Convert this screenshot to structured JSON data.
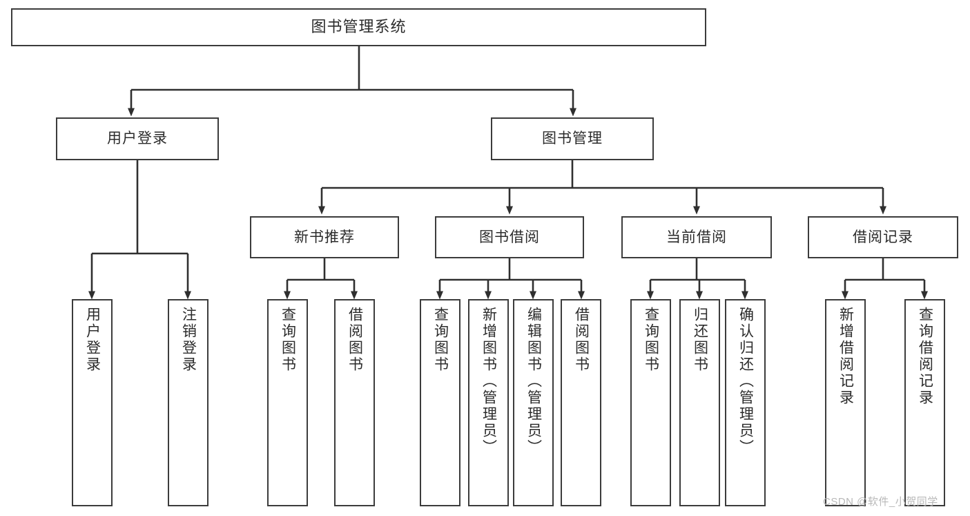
{
  "diagram": {
    "type": "tree",
    "title": "图书管理系统",
    "orientation": "top-down",
    "colors": {
      "box_border": "#3b3b3b",
      "box_fill": "#ffffff",
      "connector": "#2f2f2f",
      "text": "#2b2b2b",
      "watermark": "#b8b8b8"
    },
    "root": {
      "label": "图书管理系统",
      "level": 0
    },
    "level1": [
      {
        "id": "user-login",
        "label": "用户登录"
      },
      {
        "id": "book-manage",
        "label": "图书管理"
      }
    ],
    "level2": [
      {
        "id": "new-book-recommend",
        "label": "新书推荐",
        "parent": "book-manage"
      },
      {
        "id": "book-borrow",
        "label": "图书借阅",
        "parent": "book-manage"
      },
      {
        "id": "current-borrow",
        "label": "当前借阅",
        "parent": "book-manage"
      },
      {
        "id": "borrow-record",
        "label": "借阅记录",
        "parent": "book-manage"
      }
    ],
    "leaves": {
      "user_login": [
        {
          "id": "leaf-user-login",
          "label": "用户登录"
        },
        {
          "id": "leaf-logout",
          "label": "注销登录"
        }
      ],
      "new_book_recommend": [
        {
          "id": "leaf-query-book-1",
          "label": "查询图书"
        },
        {
          "id": "leaf-borrow-book-1",
          "label": "借阅图书"
        }
      ],
      "book_borrow": [
        {
          "id": "leaf-query-book-2",
          "label": "查询图书"
        },
        {
          "id": "leaf-add-book",
          "label": "新增图书（管理员）"
        },
        {
          "id": "leaf-edit-book",
          "label": "编辑图书（管理员）"
        },
        {
          "id": "leaf-borrow-book-2",
          "label": "借阅图书"
        }
      ],
      "current_borrow": [
        {
          "id": "leaf-query-book-3",
          "label": "查询图书"
        },
        {
          "id": "leaf-return-book",
          "label": "归还图书"
        },
        {
          "id": "leaf-confirm-return",
          "label": "确认归还（管理员）"
        }
      ],
      "borrow_record": [
        {
          "id": "leaf-add-record",
          "label": "新增借阅记录"
        },
        {
          "id": "leaf-query-record",
          "label": "查询借阅记录"
        }
      ]
    }
  },
  "watermark": {
    "text": "CSDN @软件_小贺同学"
  }
}
